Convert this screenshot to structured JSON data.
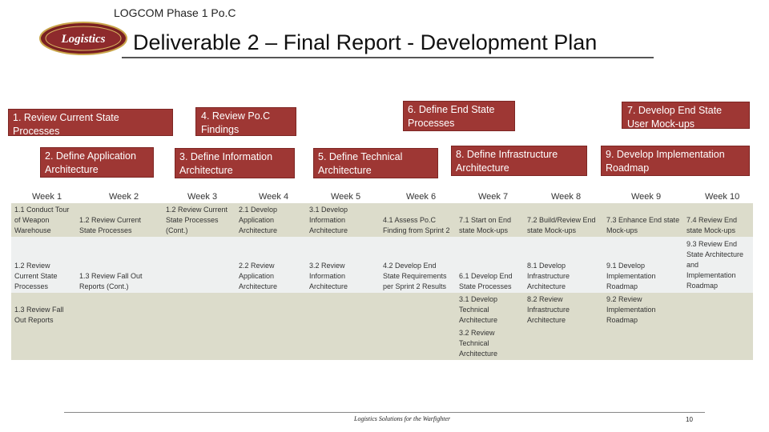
{
  "header": {
    "program": "LOGCOM Phase 1 Po.C",
    "title": "Deliverable 2 –  Final Report - Development Plan",
    "logo_text": "Logistics"
  },
  "phases": [
    {
      "label": "1. Review Current State Processes"
    },
    {
      "label": "2. Define Application Architecture"
    },
    {
      "label": "3. Define Information Architecture"
    },
    {
      "label": "4. Review  Po.C Findings"
    },
    {
      "label": "5. Define Technical Architecture"
    },
    {
      "label": "6. Define End State Processes"
    },
    {
      "label": "7. Develop End State User Mock-ups"
    },
    {
      "label": "8. Define Infrastructure Architecture"
    },
    {
      "label": "9. Develop Implementation Roadmap"
    }
  ],
  "weeks": [
    "Week 1",
    "Week 2",
    "Week 3",
    "Week 4",
    "Week 5",
    "Week 6",
    "Week 7",
    "Week 8",
    "Week 9",
    "Week 10"
  ],
  "tasks": [
    "1.1 Conduct Tour\nof Weapon\nWarehouse",
    "1.2 Review Current\nState Processes",
    "1.2 Review Current\nState Processes\n(Cont.)",
    "2.1 Develop\nApplication\nArchitecture",
    "3.1 Develop\nInformation\nArchitecture",
    "4.1 Assess Po.C\nFinding from Sprint 2",
    "7.1 Start on End\nstate Mock-ups",
    "7.2 Build/Review End\nstate Mock-ups",
    "7.3 Enhance End state\nMock-ups",
    "7.4 Review End\nstate Mock-ups",
    "1.2 Review\nCurrent State\nProcesses",
    "1.3 Review Fall Out\nReports (Cont.)",
    "2.2 Review\nApplication\nArchitecture",
    "3.2 Review\nInformation\nArchitecture",
    "4.2 Develop End\nState Requirements\nper Sprint 2 Results",
    "6.1 Develop End\nState Processes",
    "8.1 Develop\nInfrastructure\nArchitecture",
    "9.1 Develop\nImplementation\nRoadmap",
    "9.3 Review End\nState Architecture\nand\nImplementation\nRoadmap",
    "1.3 Review Fall\nOut Reports",
    "3.1 Develop\nTechnical\nArchitecture",
    "8.2 Review\nInfrastructure\nArchitecture",
    "9.2 Review\nImplementation\nRoadmap",
    "3.2 Review\nTechnical\nArchitecture"
  ],
  "footer": {
    "tagline": "Logistics Solutions for the Warfighter",
    "page": "10"
  },
  "colors": {
    "phase_fill": "#9e3734",
    "band_dark": "#dcdccb",
    "band_light": "#eef0f0"
  }
}
